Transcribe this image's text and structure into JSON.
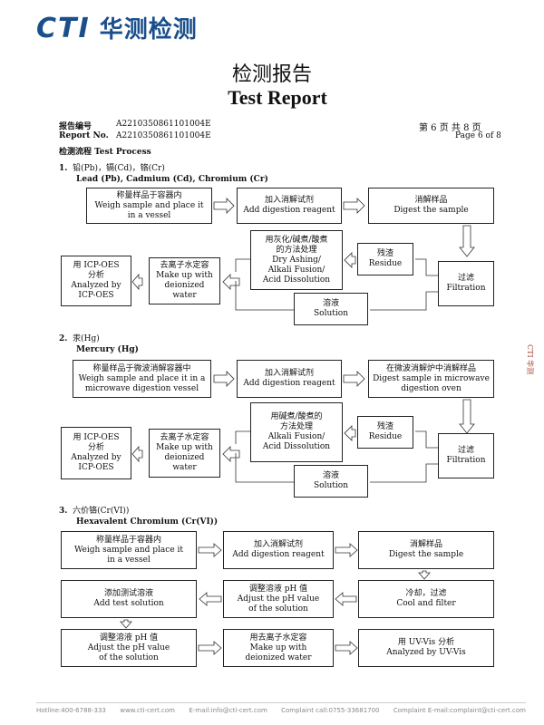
{
  "logo": {
    "brand": "CTI",
    "cn": "华测检测"
  },
  "title": {
    "cn": "检测报告",
    "en": "Test Report"
  },
  "report": {
    "no_label_cn": "报告编号",
    "no_label_en": "Report No.",
    "no_value": "A2210350861101004E",
    "page_cn": "第 6 页  共 8 页",
    "page_en": "Page 6 of 8"
  },
  "process_title": "检测流程 Test Process",
  "sections": [
    {
      "num": "1.",
      "cn": "铅(Pb)，镉(Cd)，铬(Cr)",
      "en": "Lead (Pb), Cadmium (Cd), Chromium (Cr)"
    },
    {
      "num": "2.",
      "cn": "汞(Hg)",
      "en": "Mercury (Hg)"
    },
    {
      "num": "3.",
      "cn": "六价铬(Cr(VI))",
      "en": "Hexavalent Chromium (Cr(VI))"
    }
  ],
  "s1": {
    "b1": [
      "称量样品于容器内",
      "Weigh sample and place it",
      "in a vessel"
    ],
    "b2": [
      "加入消解试剂",
      "Add digestion reagent"
    ],
    "b3": [
      "消解样品",
      "Digest the sample"
    ],
    "b4": [
      "过滤",
      "Filtration"
    ],
    "b5": [
      "残渣",
      "Residue"
    ],
    "b6": [
      "用灰化/碱煮/酸煮",
      "的方法处理",
      "Dry Ashing/",
      "Alkali Fusion/",
      "Acid Dissolution"
    ],
    "b7": [
      "溶液",
      "Solution"
    ],
    "b8": [
      "去离子水定容",
      "Make up with",
      "deionized water"
    ],
    "b9": [
      "用 ICP-OES",
      "分析",
      "Analyzed by",
      "ICP-OES"
    ]
  },
  "s2": {
    "b1": [
      "称量样品于微波消解容器中",
      "Weigh sample and place it in a",
      "microwave digestion vessel"
    ],
    "b2": [
      "加入消解试剂",
      "Add digestion reagent"
    ],
    "b3": [
      "在微波消解炉中消解样品",
      "Digest sample in microwave",
      "digestion oven"
    ],
    "b4": [
      "过滤",
      "Filtration"
    ],
    "b5": [
      "残渣",
      "Residue"
    ],
    "b6": [
      "用碱煮/酸煮的",
      "方法处理",
      "Alkali Fusion/",
      "Acid Dissolution"
    ],
    "b7": [
      "溶液",
      "Solution"
    ],
    "b8": [
      "去离子水定容",
      "Make up with",
      "deionized water"
    ],
    "b9": [
      "用 ICP-OES",
      "分析",
      "Analyzed by",
      "ICP-OES"
    ]
  },
  "s3": {
    "b1": [
      "称量样品于容器内",
      "Weigh sample and place it",
      "in a vessel"
    ],
    "b2": [
      "加入消解试剂",
      "Add digestion reagent"
    ],
    "b3": [
      "消解样品",
      "Digest the sample"
    ],
    "b4": [
      "冷却，过滤",
      "Cool and filter"
    ],
    "b5": [
      "调整溶液 pH 值",
      "Adjust the pH value",
      "of the solution"
    ],
    "b6": [
      "添加测试溶液",
      "Add test solution"
    ],
    "b7": [
      "调整溶液 pH 值",
      "Adjust the pH value",
      "of the solution"
    ],
    "b8": [
      "用去离子水定容",
      "Make up with",
      "deionized water"
    ],
    "b9": [
      "用 UV-Vis 分析",
      "Analyzed by UV-Vis"
    ]
  },
  "footer": {
    "hotline": "Hotline:400-6788-333",
    "web": "www.cti-cert.com",
    "email": "E-mail:info@cti-cert.com",
    "complaint_call": "Complaint call:0755-33681700",
    "complaint_email": "Complaint E-mail:complaint@cti-cert.com"
  }
}
